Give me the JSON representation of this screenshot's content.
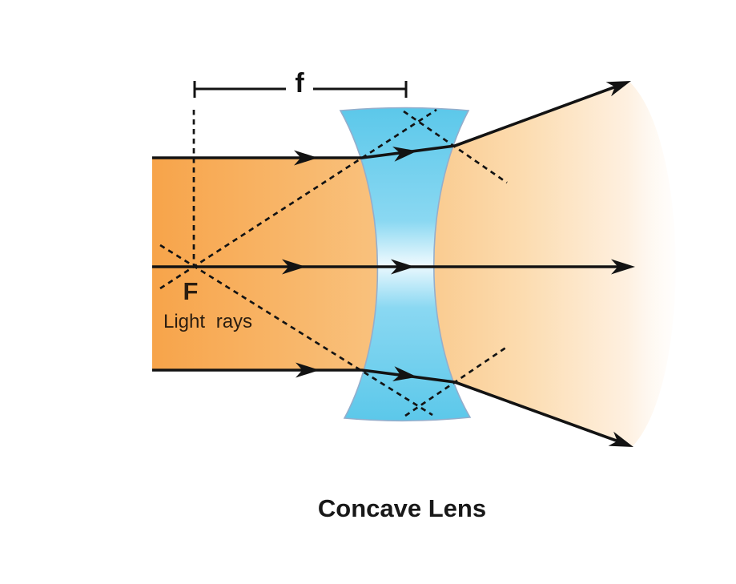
{
  "title": "Concave Lens",
  "labels": {
    "focal_length": "f",
    "focal_point": "F",
    "light_rays": "Light rays",
    "caption": "Concave Lens"
  },
  "colors": {
    "background": "#ffffff",
    "beam_orange": "#f7a44a",
    "beam_mid": "#f9c27e",
    "beam_pale": "#fcdcb0",
    "beam_fade": "#fef0e0",
    "lens_blue": "#5cc8ea",
    "lens_light": "#8ad8f2",
    "lens_center": "#edf9fe",
    "lens_stroke": "#94aecc",
    "ray_black": "#131313",
    "text_dark": "#2b1d10",
    "caption_black": "#181818"
  },
  "diagram": {
    "type": "optics-ray-diagram",
    "lens_type": "concave diverging lens",
    "shown": [
      "three parallel incident light rays in an orange beam",
      "concave lens (blue, narrow waist)",
      "diverging refracted rays with arrowheads",
      "dotted backward extensions crossing at virtual focal point F",
      "focal length bracket f from focal point to lens axis"
    ]
  }
}
